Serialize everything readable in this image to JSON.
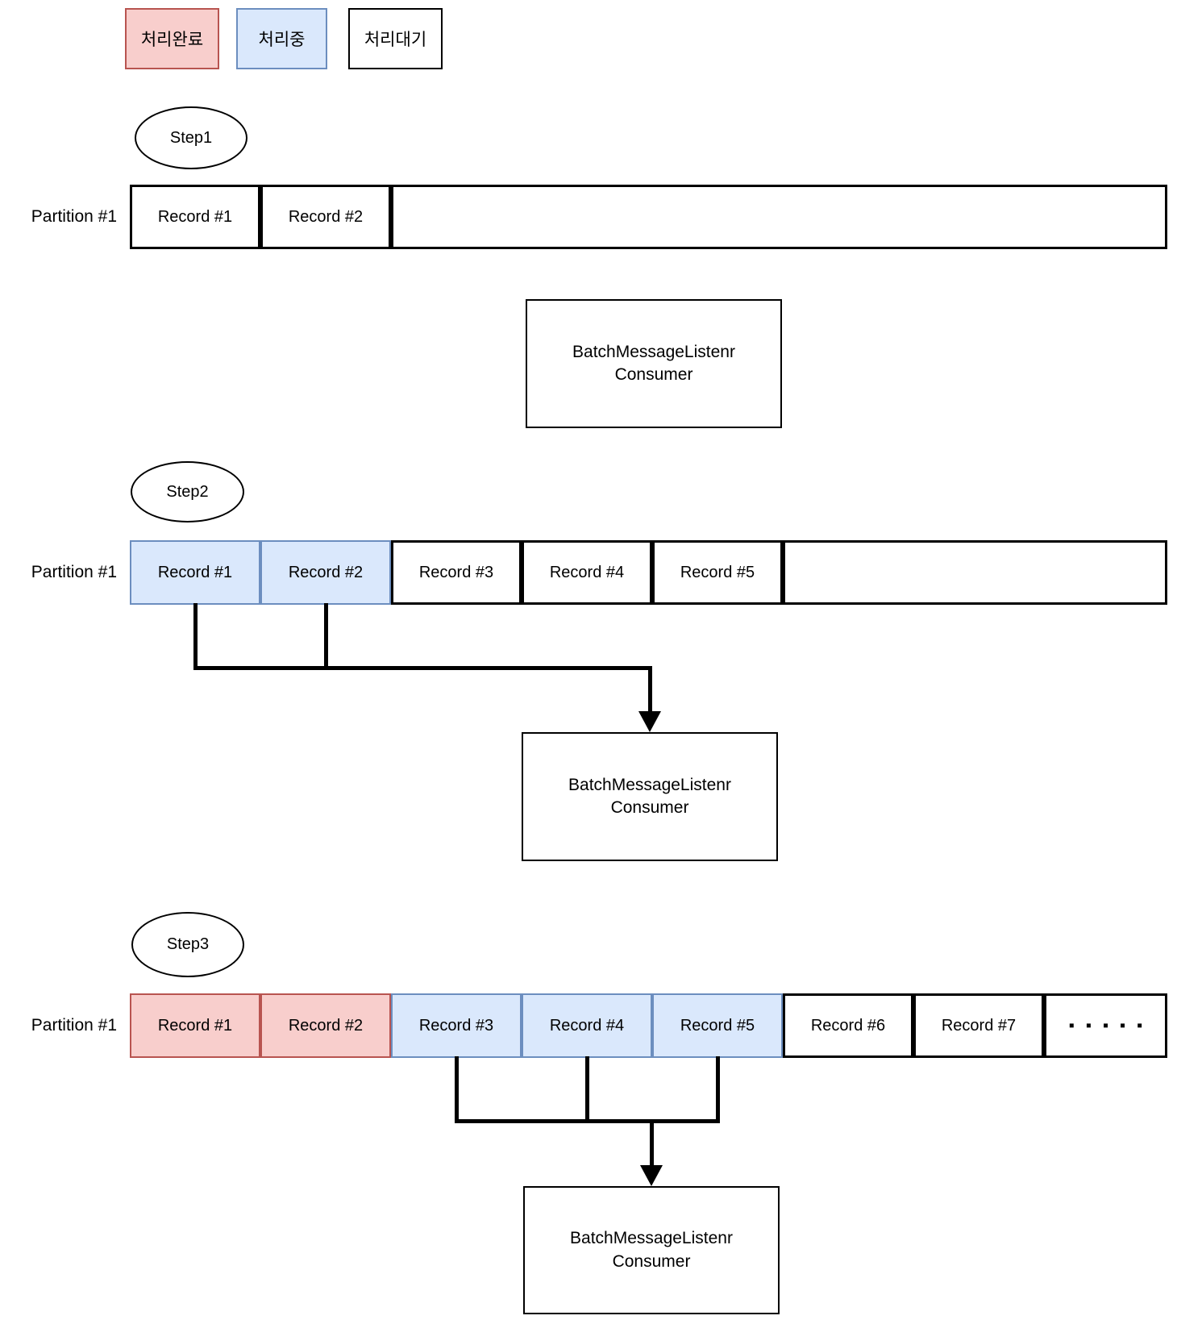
{
  "legend": {
    "items": [
      {
        "id": "done",
        "label": "처리완료"
      },
      {
        "id": "processing",
        "label": "처리중"
      },
      {
        "id": "waiting",
        "label": "처리대기"
      }
    ]
  },
  "colors": {
    "done_fill": "#f8cecc",
    "done_border": "#b85450",
    "processing_fill": "#dae8fc",
    "processing_border": "#6c8ebf",
    "waiting_fill": "#ffffff",
    "waiting_border": "#000000"
  },
  "steps": [
    {
      "label": "Step1",
      "partition_label": "Partition #1",
      "records": [
        {
          "label": "Record #1",
          "status": "waiting"
        },
        {
          "label": "Record #2",
          "status": "waiting"
        }
      ],
      "consumer_line1": "BatchMessageListenr",
      "consumer_line2": "Consumer"
    },
    {
      "label": "Step2",
      "partition_label": "Partition #1",
      "records": [
        {
          "label": "Record #1",
          "status": "processing"
        },
        {
          "label": "Record #2",
          "status": "processing"
        },
        {
          "label": "Record #3",
          "status": "waiting"
        },
        {
          "label": "Record #4",
          "status": "waiting"
        },
        {
          "label": "Record #5",
          "status": "waiting"
        }
      ],
      "consumer_line1": "BatchMessageListenr",
      "consumer_line2": "Consumer"
    },
    {
      "label": "Step3",
      "partition_label": "Partition #1",
      "records": [
        {
          "label": "Record #1",
          "status": "done"
        },
        {
          "label": "Record #2",
          "status": "done"
        },
        {
          "label": "Record #3",
          "status": "processing"
        },
        {
          "label": "Record #4",
          "status": "processing"
        },
        {
          "label": "Record #5",
          "status": "processing"
        },
        {
          "label": "Record #6",
          "status": "waiting"
        },
        {
          "label": "Record #7",
          "status": "waiting"
        }
      ],
      "ellipsis": "▪▪▪▪▪",
      "consumer_line1": "BatchMessageListenr",
      "consumer_line2": "Consumer"
    }
  ]
}
